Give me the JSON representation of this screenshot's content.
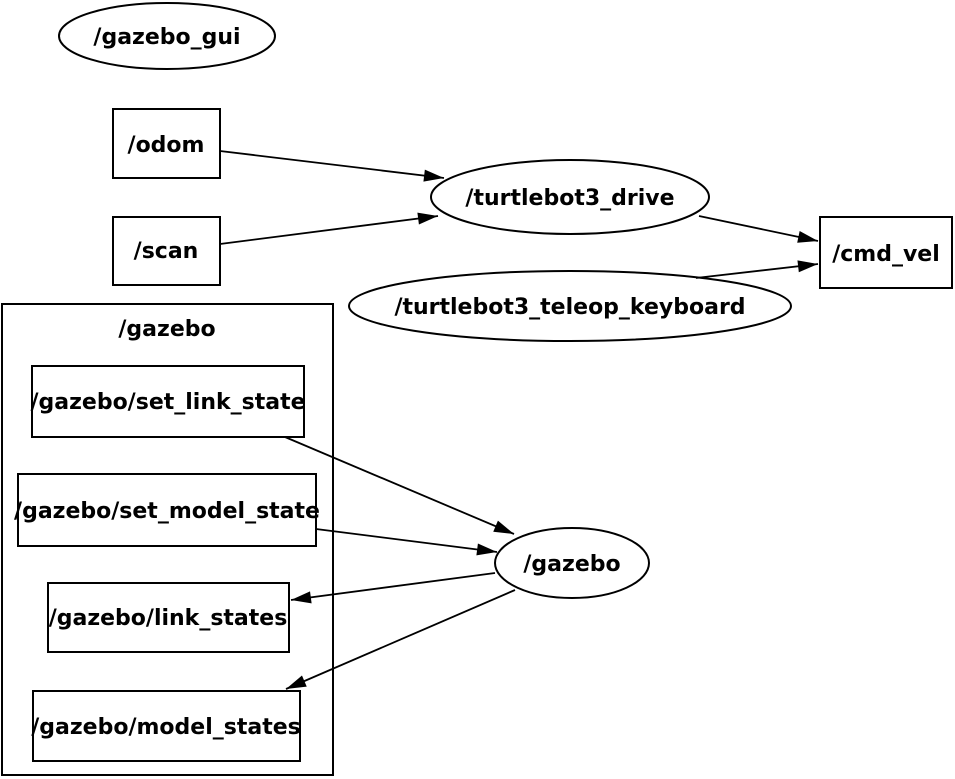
{
  "diagram": {
    "type": "ros-node-graph",
    "background_color": "#ffffff",
    "stroke_color": "#000000",
    "nodes": {
      "gazebo_gui": {
        "label": "/gazebo_gui",
        "shape": "ellipse"
      },
      "odom": {
        "label": "/odom",
        "shape": "box"
      },
      "scan": {
        "label": "/scan",
        "shape": "box"
      },
      "turtlebot3_drive": {
        "label": "/turtlebot3_drive",
        "shape": "ellipse"
      },
      "cmd_vel": {
        "label": "/cmd_vel",
        "shape": "box"
      },
      "turtlebot3_teleop_keyboard": {
        "label": "/turtlebot3_teleop_keyboard",
        "shape": "ellipse"
      },
      "gazebo_cluster": {
        "label": "/gazebo",
        "shape": "cluster-box"
      },
      "set_link_state": {
        "label": "/gazebo/set_link_state",
        "shape": "box"
      },
      "set_model_state": {
        "label": "/gazebo/set_model_state",
        "shape": "box"
      },
      "gazebo_node": {
        "label": "/gazebo",
        "shape": "ellipse"
      },
      "link_states": {
        "label": "/gazebo/link_states",
        "shape": "box"
      },
      "model_states": {
        "label": "/gazebo/model_states",
        "shape": "box"
      }
    },
    "edges": [
      {
        "from": "/odom",
        "to": "/turtlebot3_drive"
      },
      {
        "from": "/scan",
        "to": "/turtlebot3_drive"
      },
      {
        "from": "/turtlebot3_drive",
        "to": "/cmd_vel"
      },
      {
        "from": "/turtlebot3_teleop_keyboard",
        "to": "/cmd_vel"
      },
      {
        "from": "/gazebo/set_link_state",
        "to": "/gazebo"
      },
      {
        "from": "/gazebo/set_model_state",
        "to": "/gazebo"
      },
      {
        "from": "/gazebo",
        "to": "/gazebo/link_states"
      },
      {
        "from": "/gazebo",
        "to": "/gazebo/model_states"
      }
    ]
  }
}
